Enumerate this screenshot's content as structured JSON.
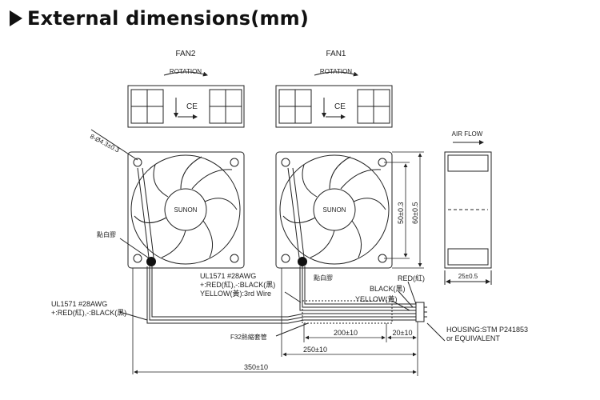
{
  "title": "External dimensions(mm)",
  "labels": {
    "fan2": "FAN2",
    "fan1": "FAN1",
    "rotation": "ROTATION",
    "rotation_fan1": "ROTATION",
    "ce": "CE",
    "ce_fan1": "CE",
    "air_flow": "AIR FLOW",
    "sunon": "SUNON",
    "sunon_fan1": "SUNON",
    "holes": "8-Ø4.3±0.3",
    "dot_left": "點白膠",
    "dot_right": "點白膠",
    "dim_50": "50±0.3",
    "dim_60": "60±0.5",
    "dim_25": "25±0.5",
    "red": "RED(紅)",
    "black": "BLACK(黑)",
    "yellow": "YELLOW(黃)",
    "ul_right_1": "UL1571  #28AWG",
    "ul_right_2": "+:RED(紅),-:BLACK(黑)",
    "ul_right_3": "YELLOW(黃):3rd  Wire",
    "ul_left_1": "UL1571  #28AWG",
    "ul_left_2": "+:RED(紅),-:BLACK(黑)",
    "tube": "F32熱縮套管",
    "dim_200": "200±10",
    "dim_20": "20±10",
    "dim_250": "250±10",
    "dim_350": "350±10",
    "housing_1": "HOUSING:STM  P241853",
    "housing_2": "or  EQUIVALENT"
  }
}
